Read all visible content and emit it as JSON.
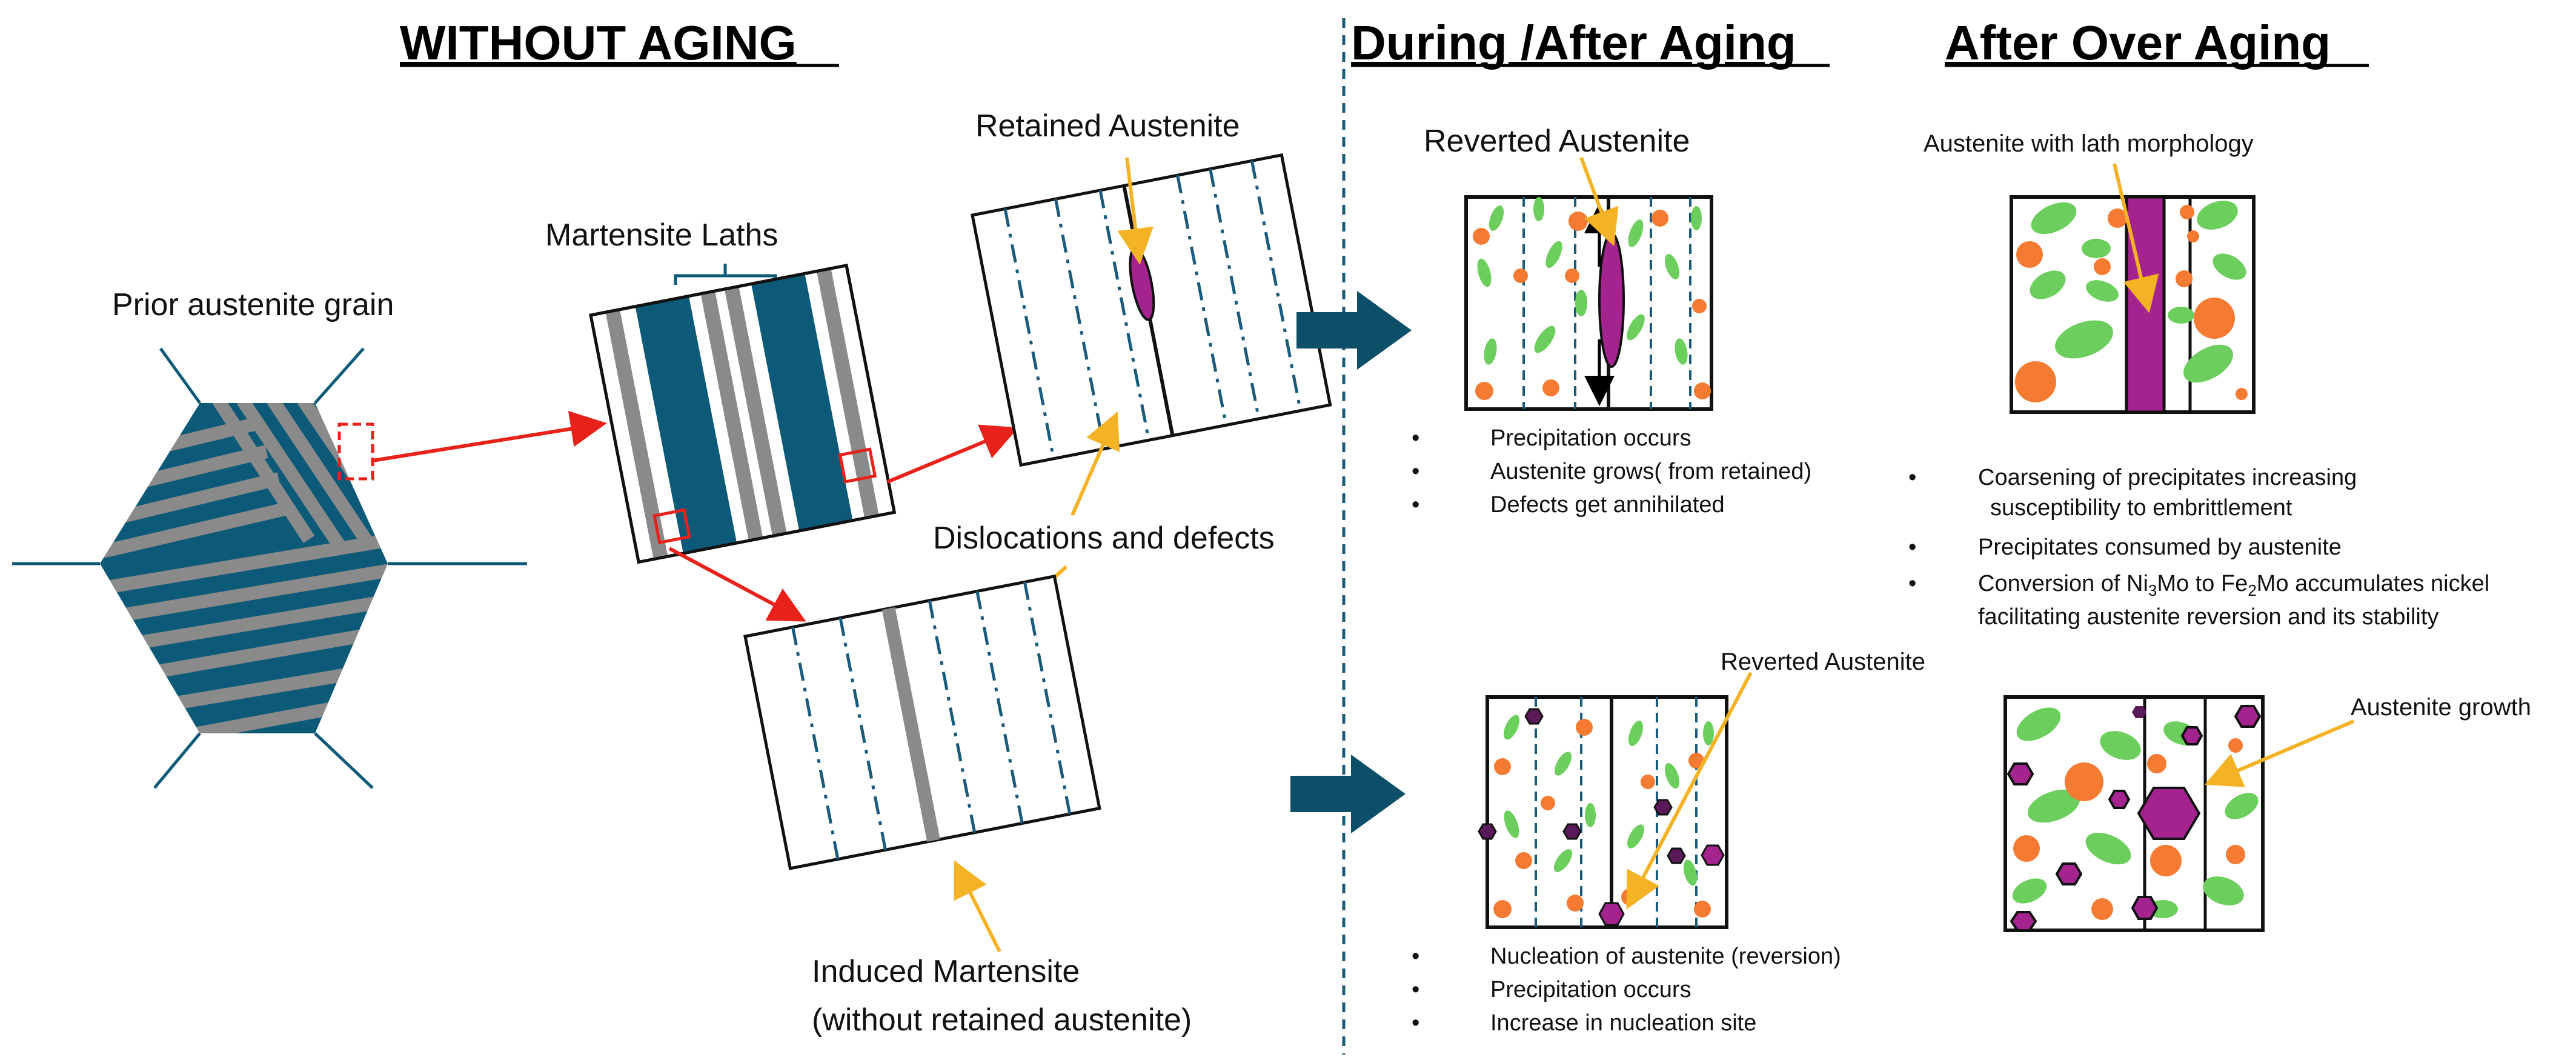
{
  "headers": {
    "without_aging": "WITHOUT AGING",
    "during_after_aging": "During /After Aging",
    "after_over_aging": "After Over Aging"
  },
  "labels": {
    "prior_austenite_grain": "Prior austenite grain",
    "martensite_laths": "Martensite Laths",
    "retained_austenite": "Retained Austenite",
    "dislocations_defects": "Dislocations and defects",
    "induced_martensite_line1": "Induced Martensite",
    "induced_martensite_line2": "(without retained austenite)",
    "reverted_austenite_top": "Reverted Austenite",
    "reverted_austenite_bottom": "Reverted Austenite",
    "austenite_lath_morphology": "Austenite with lath morphology",
    "austenite_growth": "Austenite growth"
  },
  "bullets": {
    "during_top": [
      "Precipitation occurs",
      "Austenite grows( from retained)",
      "Defects get annihilated"
    ],
    "during_bottom": [
      "Nucleation of austenite (reversion)",
      "Precipitation occurs",
      "Increase in nucleation site"
    ],
    "over_aging": {
      "item1_line1": "Coarsening of precipitates increasing",
      "item1_line2": "susceptibility to embrittlement",
      "item2": "Precipitates consumed by austenite",
      "item3_a": "Conversion of Ni",
      "item3_sub1": "3",
      "item3_b": "Mo to Fe",
      "item3_sub2": "2",
      "item3_c": "Mo accumulates nickel",
      "item3_line2": "facilitating austenite  reversion and its stability"
    }
  },
  "colors": {
    "lath_blue": "#0d5a78",
    "lath_gray": "#8a8a8a",
    "precipitate_orange": "#f57a32",
    "precipitate_green": "#6cce5c",
    "austenite_purple": "#a4238f",
    "arrow_red": "#e8221b",
    "arrow_yellow": "#f4b324",
    "divider": "#1a5a7a"
  }
}
